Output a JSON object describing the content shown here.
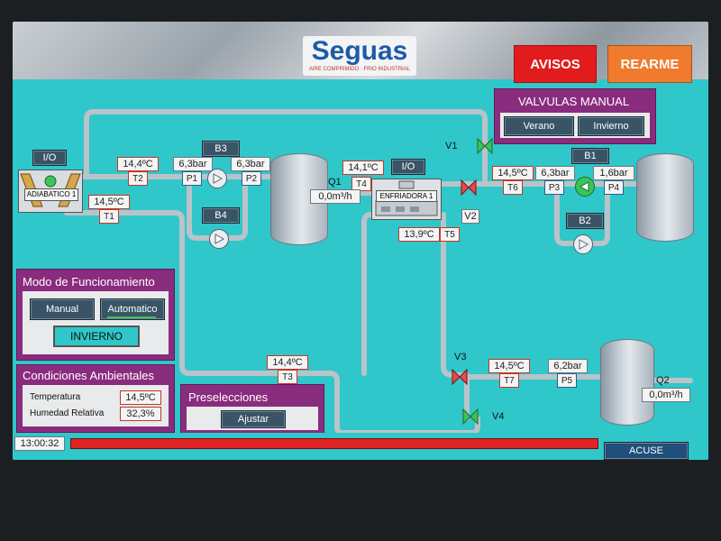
{
  "header": {
    "brand": "Seguas",
    "brand_sub": "AIRE COMPRIMIDO · FRIO INDUSTRIAL",
    "avisos_label": "AVISOS",
    "rearme_label": "REARME",
    "avisos_color": "#e21c1c",
    "rearme_color": "#f07a2d"
  },
  "devices": {
    "io_left": "I/O",
    "io_center": "I/O",
    "adiabatico": "ADIABATICO 1",
    "enfriadora": "ENFRIADORA 1",
    "b3": "B3",
    "b4": "B4",
    "b1": "B1",
    "b2": "B2",
    "v1": "V1",
    "v2": "V2",
    "v3": "V3",
    "v4": "V4"
  },
  "sensors": {
    "t2": {
      "value": "14,4ºC",
      "tag": "T2"
    },
    "t1": {
      "value": "14,5ºC",
      "tag": "T1"
    },
    "p1": {
      "value": "6,3bar",
      "tag": "P1"
    },
    "p2": {
      "value": "6,3bar",
      "tag": "P2"
    },
    "t4": {
      "value": "14,1ºC",
      "tag": "T4"
    },
    "q1": {
      "value": "0,0m³/h",
      "tag": "Q1"
    },
    "t5": {
      "value": "13,9ºC",
      "tag": "T5"
    },
    "t6": {
      "value": "14,5ºC",
      "tag": "T6"
    },
    "p3": {
      "value": "6,3bar",
      "tag": "P3"
    },
    "p4": {
      "value": "1,6bar",
      "tag": "P4"
    },
    "t3": {
      "value": "14,4ºC",
      "tag": "T3"
    },
    "t7": {
      "value": "14,5ºC",
      "tag": "T7"
    },
    "p5": {
      "value": "6,2bar",
      "tag": "P5"
    },
    "q2": {
      "value": "0,0m³/h",
      "tag": "Q2"
    }
  },
  "valvulas_manual": {
    "title": "VALVULAS MANUAL",
    "verano": "Verano",
    "invierno": "Invierno"
  },
  "modo": {
    "title": "Modo de Funcionamiento",
    "manual": "Manual",
    "automatico": "Automatico",
    "estado": "INVIERNO"
  },
  "condiciones": {
    "title": "Condiciones Ambientales",
    "temperatura_label": "Temperatura",
    "temperatura_value": "14,5ºC",
    "humedad_label": "Humedad Relativa",
    "humedad_value": "32,3%"
  },
  "preselecciones": {
    "title": "Preselecciones",
    "ajustar": "Ajustar"
  },
  "footer": {
    "clock": "13:00:32",
    "acuse": "ACUSE",
    "alarm_color": "#e02424"
  }
}
